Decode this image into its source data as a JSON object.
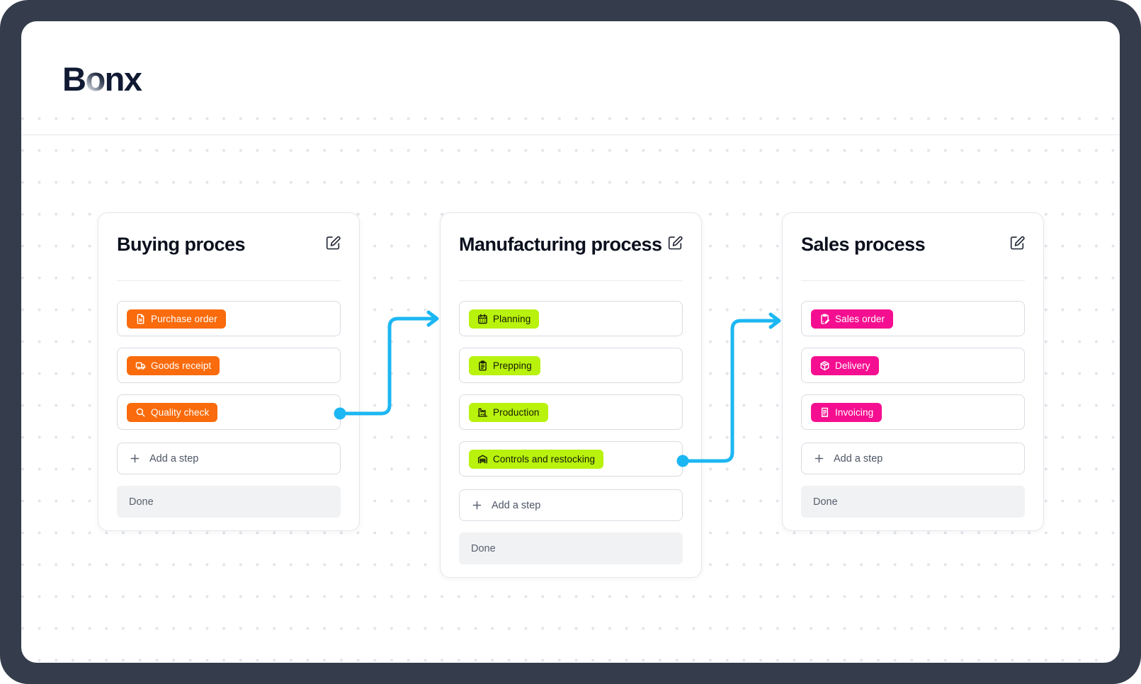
{
  "logo": {
    "part_b": "B",
    "part_o": "o",
    "part_nx": "nx",
    "full": "Bonx"
  },
  "colors": {
    "frame": "#353d4c",
    "connector": "#1cb7f2",
    "buying_accent": "#f96b0c",
    "manufacturing_accent": "#b8f20d",
    "sales_accent": "#f50f90"
  },
  "connectors": [
    {
      "from": "Quality check",
      "to": "Planning",
      "color": "#1cb7f2"
    },
    {
      "from": "Controls and restocking",
      "to": "Sales order",
      "color": "#1cb7f2"
    }
  ],
  "cards": [
    {
      "title": "Buying proces",
      "accent": "#f96b0c",
      "chip_text": "#ffffff",
      "add_step_label": "Add a step",
      "done_label": "Done",
      "steps": [
        {
          "label": "Purchase order",
          "icon": "document-icon"
        },
        {
          "label": "Goods receipt",
          "icon": "truck-icon"
        },
        {
          "label": "Quality check",
          "icon": "magnifier-icon"
        }
      ]
    },
    {
      "title": "Manufacturing process",
      "accent": "#b8f20d",
      "chip_text": "#161b06",
      "add_step_label": "Add a step",
      "done_label": "Done",
      "steps": [
        {
          "label": "Planning",
          "icon": "calendar-icon"
        },
        {
          "label": "Prepping",
          "icon": "clipboard-icon"
        },
        {
          "label": "Production",
          "icon": "factory-icon"
        },
        {
          "label": "Controls and restocking",
          "icon": "warehouse-icon"
        }
      ]
    },
    {
      "title": "Sales process",
      "accent": "#f50f90",
      "chip_text": "#ffffff",
      "add_step_label": "Add a step",
      "done_label": "Done",
      "steps": [
        {
          "label": "Sales order",
          "icon": "clipboard-edit-icon"
        },
        {
          "label": "Delivery",
          "icon": "package-icon"
        },
        {
          "label": "Invoicing",
          "icon": "receipt-icon"
        }
      ]
    }
  ]
}
